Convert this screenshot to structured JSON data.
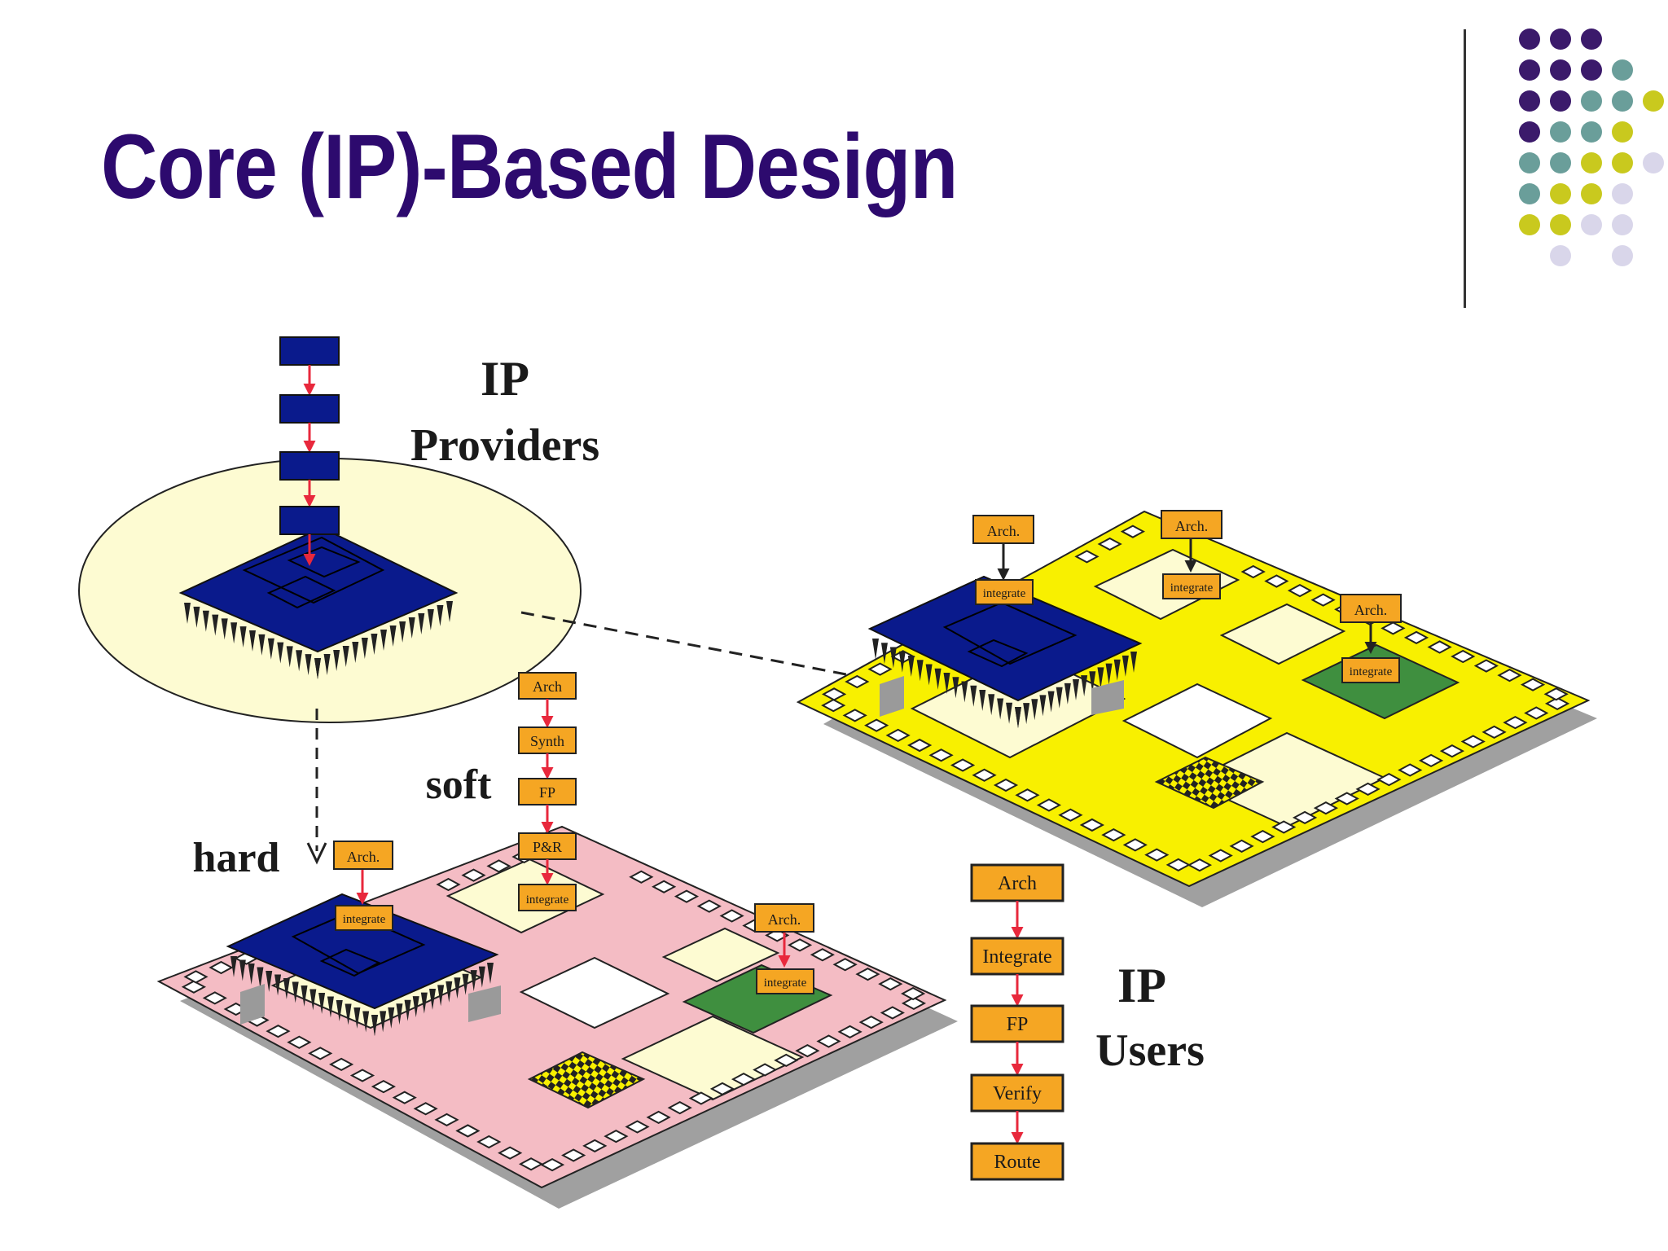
{
  "slide": {
    "title": "Core (IP)-Based Design"
  },
  "labels": {
    "ip_providers_line1": "IP",
    "ip_providers_line2": "Providers",
    "ip_users_line1": "IP",
    "ip_users_line2": "Users",
    "hard": "hard",
    "soft": "soft"
  },
  "soft_flow": [
    "Arch",
    "Synth",
    "FP",
    "P&R",
    "integrate"
  ],
  "users_flow": [
    "Arch",
    "Integrate",
    "FP",
    "Verify",
    "Route"
  ],
  "hard_chip_boxes": [
    "Arch.",
    "integrate"
  ],
  "pink_chip_green_boxes": [
    "Arch.",
    "integrate"
  ],
  "yellow_chip_boxes": {
    "left_arch": "Arch.",
    "left_integrate": "integrate",
    "mid_arch": "Arch.",
    "mid_integrate": "integrate",
    "right_arch": "Arch.",
    "right_integrate": "integrate"
  },
  "colors": {
    "title": "#2d0a6e",
    "core_blue": "#0a1a8c",
    "box_orange": "#f5a623",
    "arrow_red": "#e8283c",
    "pink_board": "#f4bcc4",
    "yellow_board": "#f8f000",
    "cream": "#fdfbd2",
    "green_block": "#3f8f3f",
    "dot_purple": "#3b1a6b",
    "dot_teal": "#6a9e9a",
    "dot_olive": "#c9c91e",
    "dot_lavender": "#d9d6ea"
  }
}
